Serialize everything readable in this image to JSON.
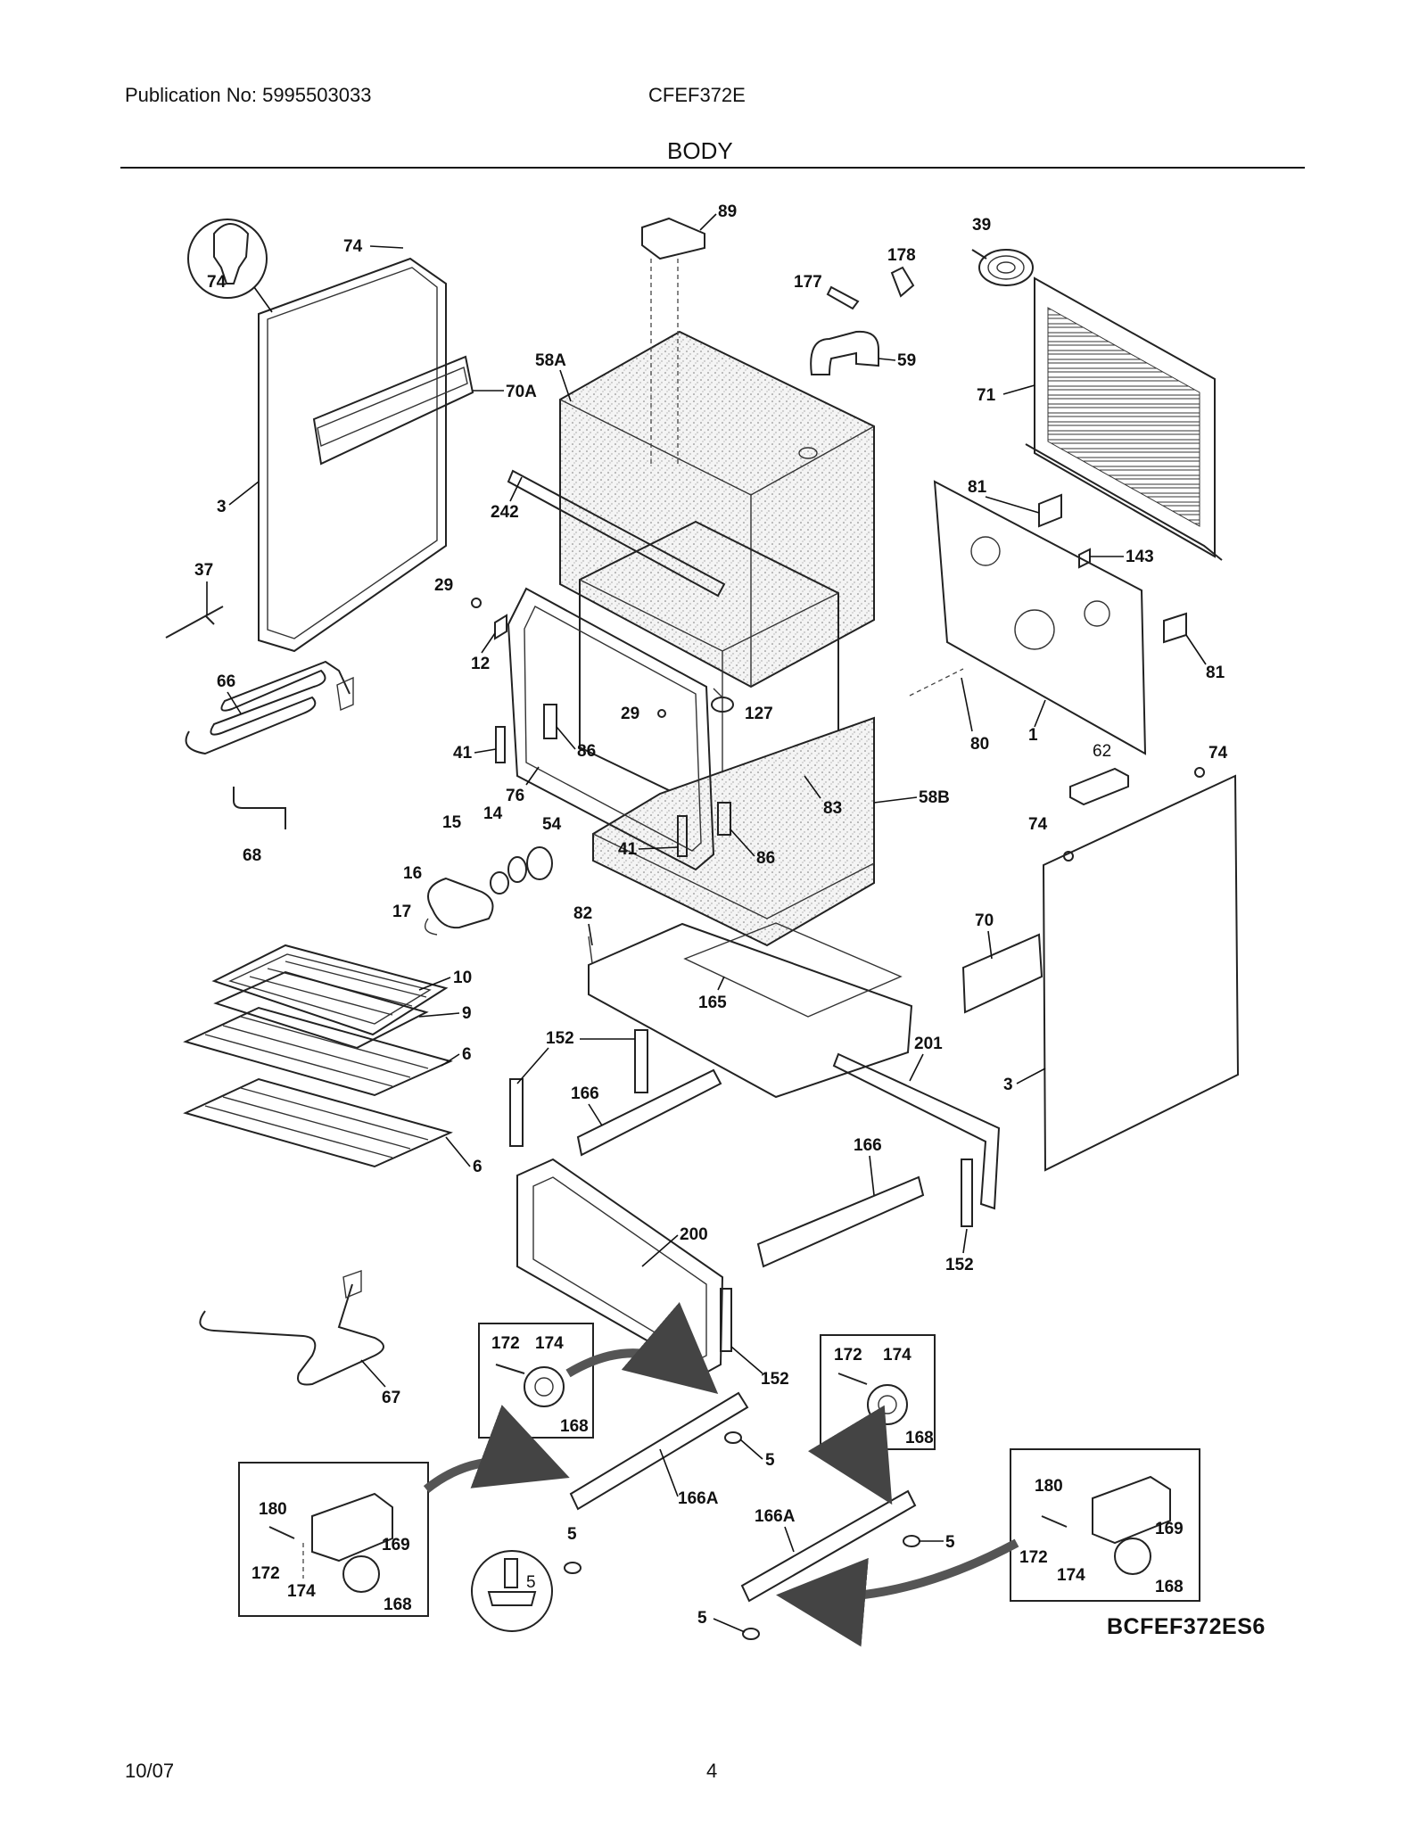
{
  "header": {
    "publication": "Publication No: 5995503033",
    "model": "CFEF372E",
    "section_title": "BODY"
  },
  "footer": {
    "date": "10/07",
    "page_number": "4"
  },
  "diagram": {
    "drawing_code": "BCFEF372ES6",
    "callouts": {
      "c74a": "74",
      "c74b": "74",
      "c3a": "3",
      "c70A": "70A",
      "c37": "37",
      "c66": "66",
      "c68": "68",
      "c58A": "58A",
      "c242": "242",
      "c89": "89",
      "c177": "177",
      "c178": "178",
      "c59": "59",
      "c39": "39",
      "c71": "71",
      "c81a": "81",
      "c143": "143",
      "c81b": "81",
      "c80": "80",
      "c1": "1",
      "c29a": "29",
      "c12": "12",
      "c29b": "29",
      "c127": "127",
      "c41a": "41",
      "c86a": "86",
      "c76": "76",
      "c83": "83",
      "c58B": "58B",
      "c41b": "41",
      "c86b": "86",
      "c15": "15",
      "c14": "14",
      "c54": "54",
      "c16": "16",
      "c17": "17",
      "c62": "62",
      "c74c": "74",
      "c74d": "74",
      "c70": "70",
      "c3b": "3",
      "c82": "82",
      "c165": "165",
      "c10": "10",
      "c9": "9",
      "c6a": "6",
      "c6b": "6",
      "c152a": "152",
      "c201": "201",
      "c166a": "166",
      "c166b": "166",
      "c152b": "152",
      "c200": "200",
      "c152c": "152",
      "c67": "67",
      "c172a": "172",
      "c174a": "174",
      "c168a": "168",
      "c172b": "172",
      "c174b": "174",
      "c168b": "168",
      "c5a": "5",
      "c166Aa": "166A",
      "c180a": "180",
      "c169a": "169",
      "c172c": "172",
      "c174c": "174",
      "c168c": "168",
      "c5b": "5",
      "c166Ab": "166A",
      "c5c": "5",
      "c180b": "180",
      "c169b": "169",
      "c172d": "172",
      "c174d": "174",
      "c168d": "168",
      "c5d": "5",
      "c5e": "5"
    }
  }
}
